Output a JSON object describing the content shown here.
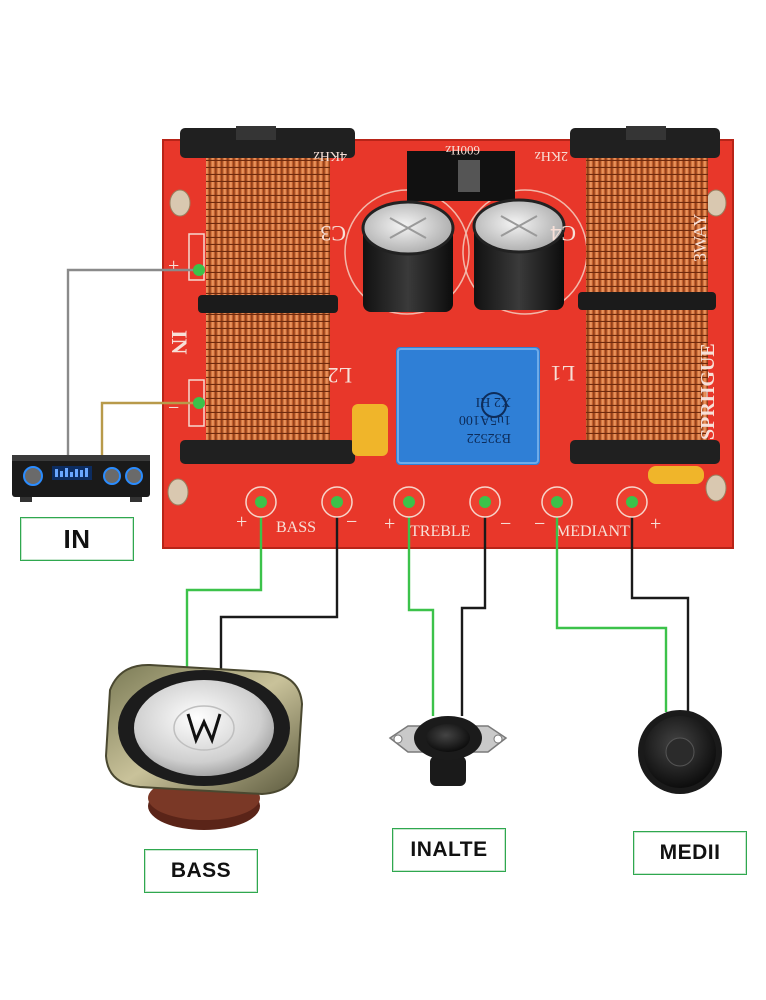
{
  "labels": {
    "in": "IN",
    "bass": "BASS",
    "inalte": "INALTE",
    "medii": "MEDII"
  },
  "board": {
    "terminal_labels": [
      "BASS",
      "TREBLE",
      "MEDIANT"
    ],
    "plus": "+",
    "minus": "−",
    "input_label": "IN",
    "brand": "SPRHGUE",
    "way": "3WAY",
    "cap_left_label": "C3",
    "cap_right_label": "C4",
    "coil_left_label": "L2",
    "coil_right_label": "L1",
    "film_cap_lines": [
      "B32522",
      "1u5A100",
      "X2 HI"
    ],
    "freq_left": "4KHz",
    "freq_right": "2KHz",
    "switch_label": "600Hz"
  },
  "colors": {
    "board": "#e8372a",
    "wire_green": "#3cc24a",
    "wire_dark": "#1a1a1a",
    "wire_gray": "#8a8a8a",
    "wire_tan": "#b89a4a",
    "copper": "#c8612f"
  }
}
